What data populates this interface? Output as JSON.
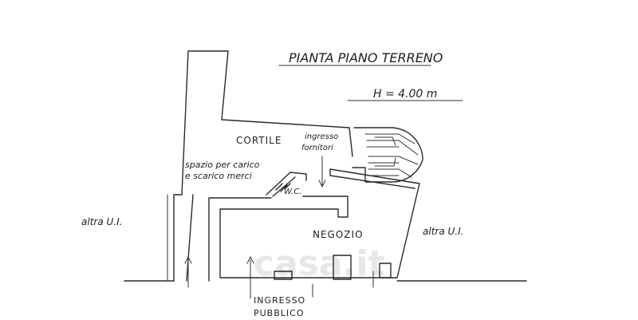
{
  "title": "PIANTA PIANO TERRENO",
  "height_note": "H = 4.00 m",
  "labels": {
    "cortile": "CORTILE",
    "ingresso_fornitori_line1": "ingresso",
    "ingresso_fornitori_line2": "fornitori",
    "spazio_line1": "spazio per carico",
    "spazio_line2": "e scarico merci",
    "wc": "W.C.",
    "negozio": "NEGOZIO",
    "altra_ui_left": "altra U.I.",
    "altra_ui_right": "altra U.I.",
    "ingresso_pubblico_line1": "INGRESSO",
    "ingresso_pubblico_line2": "PUBBLICO"
  },
  "watermark": "casa.it",
  "colors": {
    "ink": "#2a2a2a",
    "paper": "#ffffff",
    "watermark": "#e7e7e7"
  }
}
